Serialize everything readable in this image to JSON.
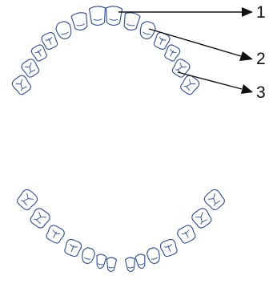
{
  "diagram": {
    "upper_arch": {
      "tooth_count": 14
    },
    "lower_arch": {
      "tooth_count": 14
    },
    "callouts": [
      {
        "label": "1"
      },
      {
        "label": "2"
      },
      {
        "label": "3"
      }
    ]
  },
  "colors": {
    "tooth_outline": "#2a4aa0",
    "tooth_fill": "#ffffff",
    "leader_line": "#111111"
  }
}
